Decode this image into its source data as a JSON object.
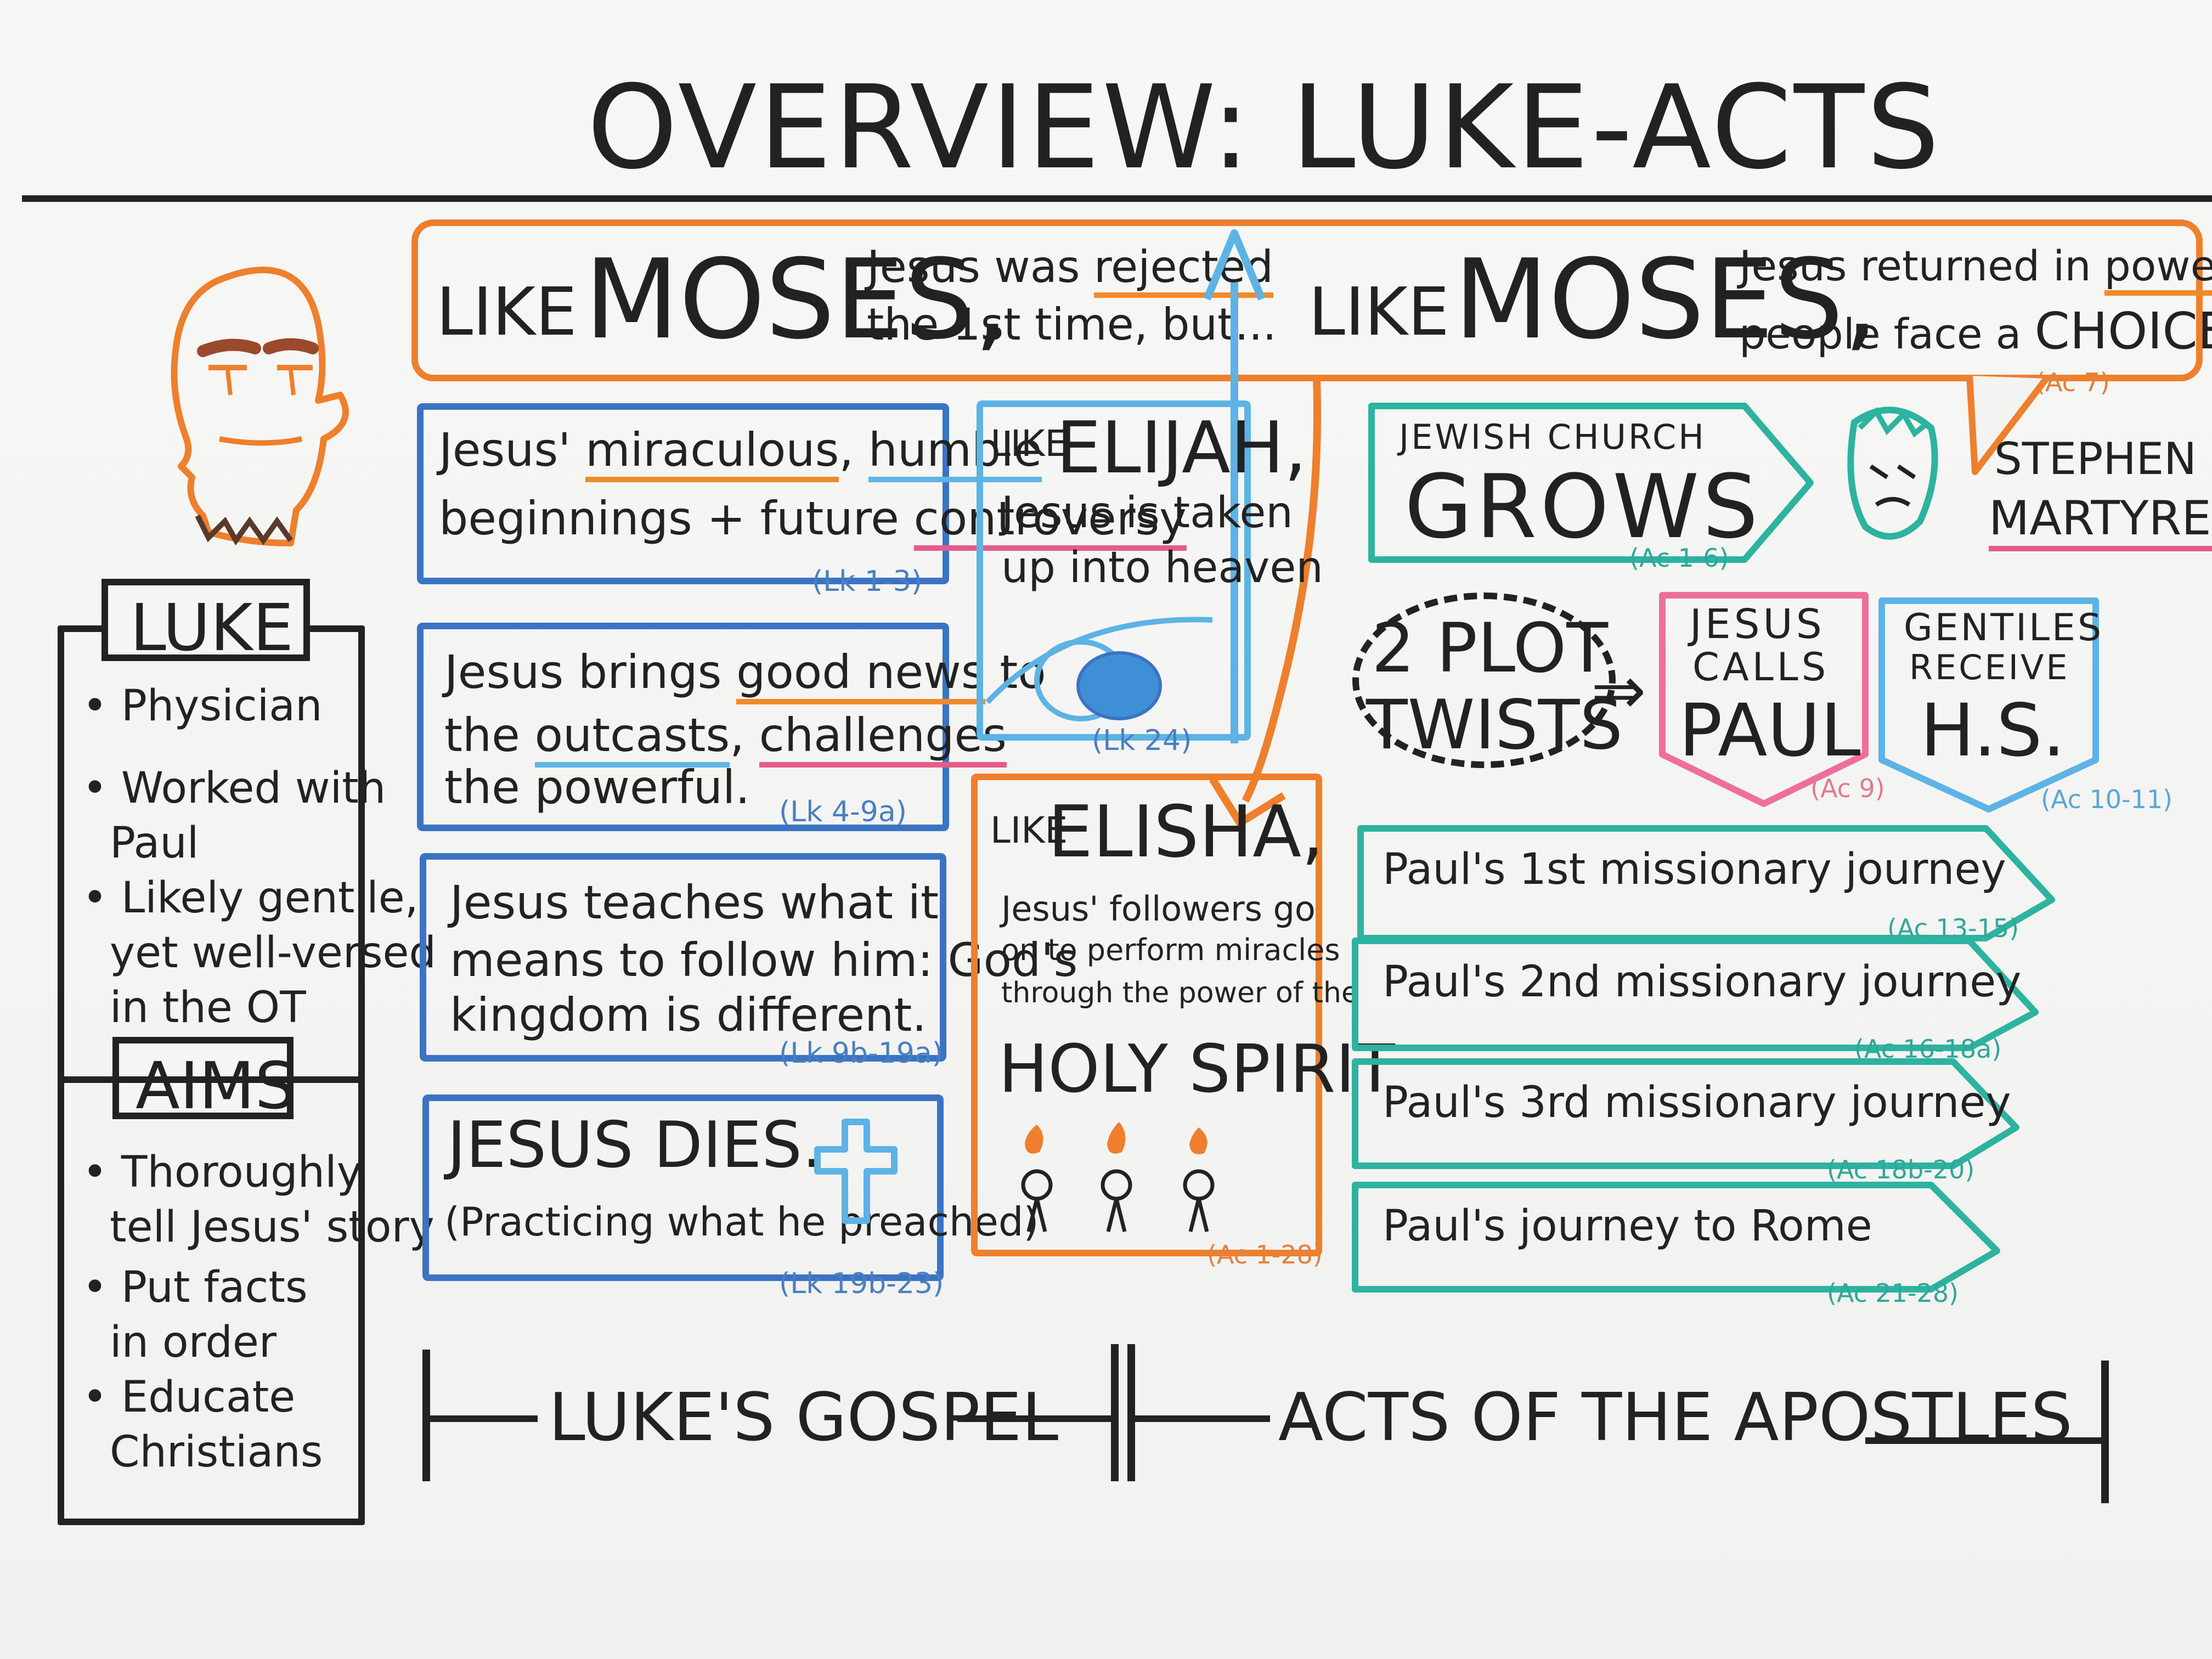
{
  "title": "OVERVIEW: LUKE-ACTS",
  "colors": {
    "orange": "#ee7f2d",
    "blue": "#3b73c4",
    "light_blue": "#5db3e4",
    "teal": "#2db3a0",
    "pink": "#ee6f9b",
    "ink": "#222222"
  },
  "sidebar": {
    "luke_label": "LUKE",
    "luke_items": [
      "Physician",
      "Worked with",
      "Paul",
      "Likely gentile,",
      "yet well-versed",
      "in the OT"
    ],
    "aims_label": "AIMS",
    "aims_items": [
      "Thoroughly",
      "tell Jesus' story",
      "Put facts",
      "in order",
      "Educate",
      "Christians"
    ]
  },
  "moses_left": {
    "like": "LIKE",
    "moses": "MOSES,",
    "line1a": "Jesus was ",
    "line1b": "rejected",
    "line2": "the 1st time, but..."
  },
  "moses_right": {
    "like": "LIKE",
    "moses": "MOSES,",
    "line1a": "Jesus returned in ",
    "line1b": "power;",
    "line2a": "people face a ",
    "line2b": "CHOICE",
    "ref": "(Ac 7)"
  },
  "gospel_boxes": [
    {
      "lines": [
        "Jesus' miraculous, humble",
        "beginnings + future controversy"
      ],
      "ref": "(Lk 1-3)"
    },
    {
      "lines": [
        "Jesus brings good news to",
        "the outcasts, challenges",
        "the powerful."
      ],
      "ref": "(Lk 4-9a)"
    },
    {
      "lines": [
        "Jesus teaches what it",
        "means to follow him: God's",
        "kingdom is different."
      ],
      "ref": "(Lk 9b-19a)"
    },
    {
      "lines": [
        "JESUS DIES.",
        "(Practicing what he preached)"
      ],
      "ref": "(Lk 19b-23)"
    }
  ],
  "gospel_highlights": {
    "miraculous": "miraculous",
    "humble": "humble",
    "controversy": "controversy",
    "good_news": "good news",
    "outcasts": "outcasts",
    "challenges": "challenges"
  },
  "elijah": {
    "like": "LIKE",
    "name": "ELIJAH,",
    "lines": [
      "Jesus is taken",
      "up into heaven"
    ],
    "ref": "(Lk 24)"
  },
  "elisha": {
    "like": "LIKE",
    "name": "ELISHA,",
    "lines": [
      "Jesus' followers go",
      "on to perform miracles",
      "through the power of the"
    ],
    "spirit": "HOLY SPIRIT",
    "ref": "(Ac 1-28)"
  },
  "jewish_church": {
    "label": "JEWISH CHURCH",
    "big": "GROWS",
    "ref": "(Ac 1-6)"
  },
  "stephen": {
    "line1": "STEPHEN",
    "line2": "MARTYRED"
  },
  "plot_twists": {
    "line1": "2 PLOT",
    "line2": "TWISTS",
    "arrow": "⇒"
  },
  "twist_paul": {
    "line1": "JESUS",
    "line2": "CALLS",
    "big": "PAUL",
    "ref": "(Ac 9)"
  },
  "twist_gentiles": {
    "line1": "GENTILES",
    "line2": "RECEIVE",
    "big": "H.S.",
    "ref": "(Ac 10-11)"
  },
  "journeys": [
    {
      "label": "Paul's 1st missionary journey",
      "ref": "(Ac 13-15)"
    },
    {
      "label": "Paul's 2nd missionary journey",
      "ref": "(Ac 16-18a)"
    },
    {
      "label": "Paul's 3rd missionary journey",
      "ref": "(Ac 18b-20)"
    },
    {
      "label": "Paul's journey to Rome",
      "ref": "(Ac 21-28)"
    }
  ],
  "timeline": {
    "gospel": "LUKE'S GOSPEL",
    "acts": "ACTS OF THE APOSTLES"
  }
}
